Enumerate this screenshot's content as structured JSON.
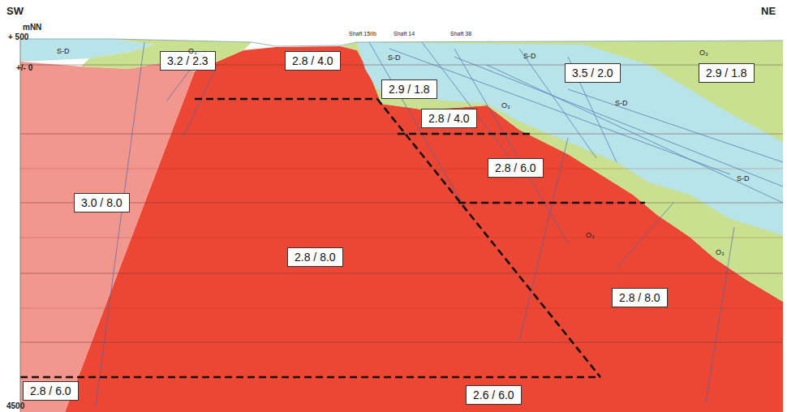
{
  "diagram": {
    "nodes": [
      {
        "text": [
          "3.2 / 2.3"
        ]
      },
      {
        "text": [
          "2.8 / 4.0"
        ]
      },
      {
        "text": [
          "2.9 / 1.8"
        ]
      },
      {
        "text": [
          "3.5 / 2.0"
        ]
      },
      {
        "text": [
          "2.9 / 1.8"
        ]
      },
      {
        "text": [
          "2.8 / 4.0"
        ]
      },
      {
        "text": [
          "2.8 / 6.0"
        ]
      },
      {
        "text": [
          "3.0 / 8.0"
        ]
      },
      {
        "text": [
          "2.8 / 8.0"
        ]
      },
      {
        "text": [
          "2.8 / 8.0"
        ]
      },
      {
        "text": [
          "2.8 / 6.0"
        ]
      },
      {
        "text": [
          "2.6 / 6.0"
        ]
      }
    ],
    "labels": [
      "SW",
      "NE",
      "mNN",
      "+ 500",
      "+/- 0",
      "4500",
      "Shaft 15IIb",
      "Shaft 14",
      "Shaft 38",
      "S-D",
      "S-D",
      "S-D",
      "S-D",
      "S-D",
      "O₃",
      "O₃",
      "O₃",
      "O₃",
      "O₃"
    ]
  }
}
